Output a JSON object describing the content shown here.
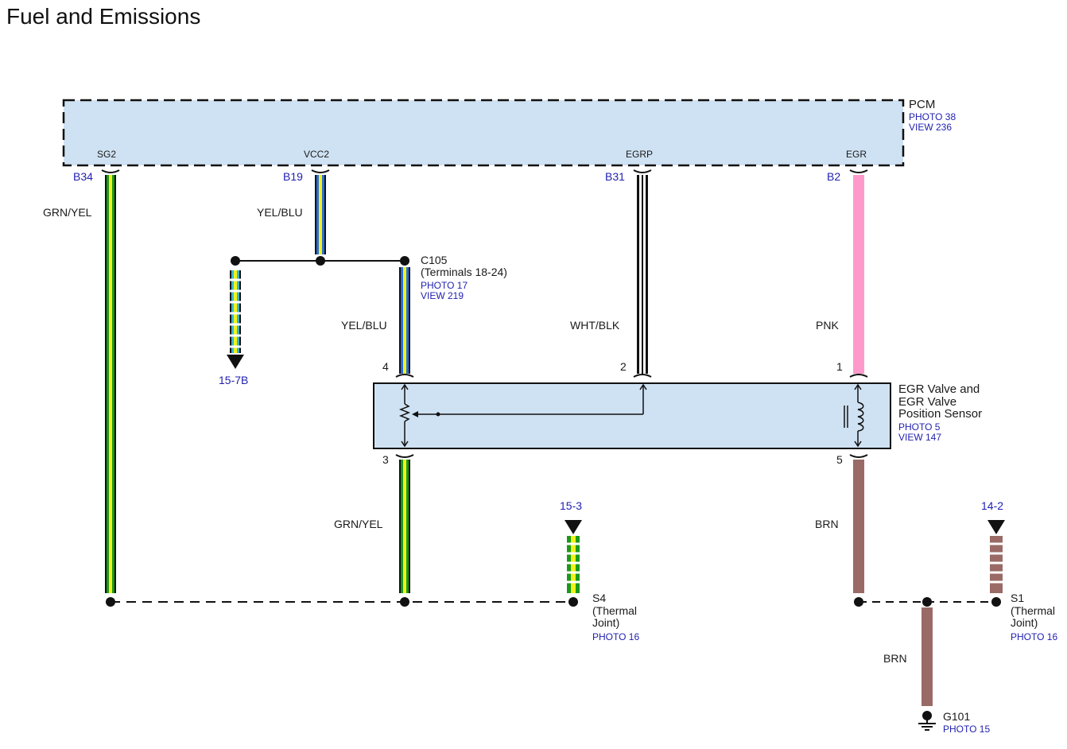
{
  "title": "Fuel and Emissions",
  "pcm": {
    "name": "PCM",
    "photo": "PHOTO 38",
    "view": "VIEW 236",
    "pins": [
      {
        "signal": "SG2",
        "pin": "B34"
      },
      {
        "signal": "VCC2",
        "pin": "B19"
      },
      {
        "signal": "EGRP",
        "pin": "B31"
      },
      {
        "signal": "EGR",
        "pin": "B2"
      }
    ]
  },
  "wires": {
    "sg2_color": "GRN/YEL",
    "vcc2_color": "YEL/BLU",
    "c105_to_sensor_color": "YEL/BLU",
    "egrp_color": "WHT/BLK",
    "egr_color": "PNK",
    "sensor3_color": "GRN/YEL",
    "sensor5_color": "BRN",
    "ground_color": "BRN"
  },
  "c105": {
    "name": "C105",
    "terminals": "(Terminals 18-24)",
    "photo": "PHOTO 17",
    "view": "VIEW 219"
  },
  "sensor": {
    "line1": "EGR Valve and",
    "line2": "EGR Valve",
    "line3": "Position Sensor",
    "photo": "PHOTO 5",
    "view": "VIEW 147",
    "pins": {
      "p4": "4",
      "p2": "2",
      "p1": "1",
      "p3": "3",
      "p5": "5"
    }
  },
  "refs": {
    "r1": "15-7B",
    "r2": "15-3",
    "r3": "14-2"
  },
  "s4": {
    "name": "S4",
    "l1": "(Thermal",
    "l2": "Joint)",
    "photo": "PHOTO 16"
  },
  "s1": {
    "name": "S1",
    "l1": "(Thermal",
    "l2": "Joint)",
    "photo": "PHOTO 16"
  },
  "g101": {
    "name": "G101",
    "photo": "PHOTO 15"
  },
  "colors": {
    "box_fill": "#cfe2f3",
    "green": "#1a9a1a",
    "yellow": "#f2f21a",
    "blue": "#2a6fd6",
    "cyan": "#3ab5c8",
    "pink": "#ff99cc",
    "brown": "#9a6b66",
    "label_blue": "#1f1fb0"
  }
}
